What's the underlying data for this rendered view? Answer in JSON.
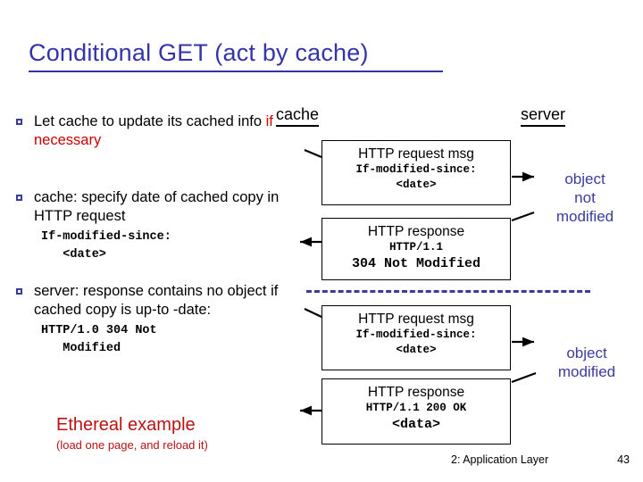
{
  "slide": {
    "title": "Conditional GET (act by cache)",
    "footer_text": "2: Application Layer",
    "page_number": "43",
    "accent_color": "#3333aa",
    "highlight_color": "#cc0000",
    "note_color": "#3b3b9e"
  },
  "bullets": [
    {
      "text_before": "Let cache to update its cached info ",
      "highlight": "if necessary",
      "text_after": "",
      "code": ""
    },
    {
      "text_before": "cache: specify date of cached copy in HTTP request",
      "highlight": "",
      "text_after": "",
      "code": "If-modified-since:\n   <date>"
    },
    {
      "text_before": "server: response contains no object if cached copy is up-to -date:",
      "highlight": "",
      "text_after": "",
      "code": "HTTP/1.0 304 Not\n   Modified"
    }
  ],
  "ethereal": {
    "title": "Ethereal example",
    "subtitle": "(load one page, and reload it)"
  },
  "diagram": {
    "cache_label": "cache",
    "server_label": "server",
    "messages": [
      {
        "title": "HTTP request msg",
        "line1": "If-modified-since:",
        "line2": "<date>"
      },
      {
        "title": "HTTP response",
        "line1": "HTTP/1.1",
        "line2": "304 Not Modified"
      },
      {
        "title": "HTTP request msg",
        "line1": "If-modified-since:",
        "line2": "<date>"
      },
      {
        "title": "HTTP response",
        "line1": "HTTP/1.1 200 OK",
        "line2": "<data>"
      }
    ],
    "notes": [
      "object\nnot\nmodified",
      "object\nmodified"
    ]
  }
}
